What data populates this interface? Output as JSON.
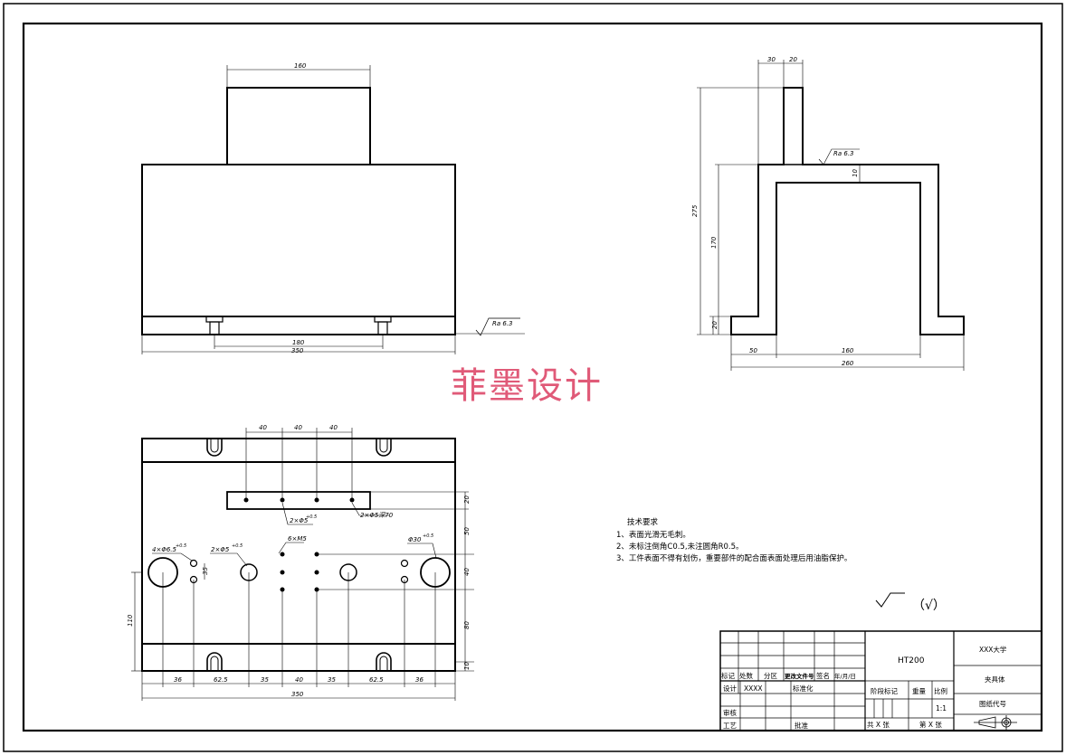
{
  "watermark": "菲墨设计",
  "front_view": {
    "dim_top_width": "160",
    "dim_bottom_inner": "180",
    "dim_bottom_overall": "350",
    "roughness": "Ra 6.3"
  },
  "side_view": {
    "dim_top_30": "30",
    "dim_top_20": "20",
    "dim_height_275": "275",
    "dim_height_170": "170",
    "dim_base_20": "20",
    "dim_wall_10": "10",
    "dim_left_50": "50",
    "dim_inner_160": "160",
    "dim_overall_260": "260",
    "roughness": "Ra 6.3"
  },
  "top_view": {
    "dim_spacing": [
      "40",
      "40",
      "40"
    ],
    "slot_callout_1": "2×Φ5",
    "slot_callout_1_tol": "+0.5",
    "slot_callout_2": "2×Φ5深70",
    "hole_callout_left": "4×Φ6.5",
    "hole_callout_left_tol": "+0.5",
    "hole_callout_35": "35",
    "hole_callout_mid": "2×Φ5",
    "hole_callout_mid_tol": "+0.5",
    "hole_callout_m5": "6×M5",
    "hole_callout_right": "Φ30",
    "hole_callout_right_tol": "+0.5",
    "dim_right_20": "20",
    "dim_right_50": "50",
    "dim_right_40": "40",
    "dim_right_80": "80",
    "dim_right_10": "10",
    "dim_left_110": "110",
    "dim_bottom": [
      "36",
      "62.5",
      "35",
      "40",
      "35",
      "62.5",
      "36"
    ],
    "dim_overall": "350"
  },
  "notes": {
    "title": "技术要求",
    "items": [
      "1、表面光滑无毛刺。",
      "2、未标注倒角C0.5,未注圆角R0.5。",
      "3、工件表面不得有划伤，重要部件的配合面表面处理后用油脂保护。"
    ]
  },
  "general_roughness": "（√）",
  "title_block": {
    "material": "HT200",
    "school": "XXX大学",
    "part_name": "夹具体",
    "drawing_no": "图纸代号",
    "scale": "1:1",
    "scale_label": "比例",
    "weight_label": "重量",
    "stage_label": "阶段标记",
    "sheets_total": "共 X 张",
    "sheet_no": "第 X 张",
    "row_labels": [
      "标记",
      "处数",
      "分区",
      "更改文件号",
      "签名",
      "年/月/日"
    ],
    "design_label": "设计",
    "design_name": "XXXX",
    "standard_label": "标准化",
    "check_label": "审核",
    "process_label": "工艺",
    "approve_label": "批准"
  }
}
